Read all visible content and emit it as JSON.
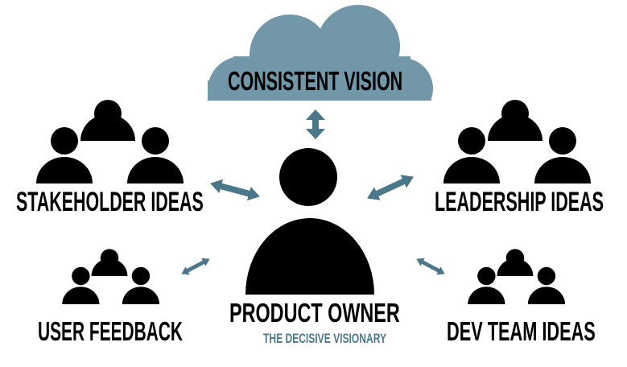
{
  "colors": {
    "cloud": "#7297a8",
    "arrow": "#4a7789",
    "people": "#000000",
    "subtitle": "#4a7a92"
  },
  "cloud": {
    "label": "CONSISTENT VISION",
    "icon": "cloud-icon"
  },
  "center": {
    "title": "PRODUCT OWNER",
    "subtitle": "THE DECISIVE VISIONARY",
    "icon": "person-icon"
  },
  "groups": {
    "stakeholder": {
      "label": "STAKEHOLDER IDEAS",
      "icon": "group-icon"
    },
    "leadership": {
      "label": "LEADERSHIP IDEAS",
      "icon": "group-icon"
    },
    "user": {
      "label": "USER FEEDBACK",
      "icon": "group-icon"
    },
    "dev": {
      "label": "DEV TEAM IDEAS",
      "icon": "group-icon"
    }
  }
}
